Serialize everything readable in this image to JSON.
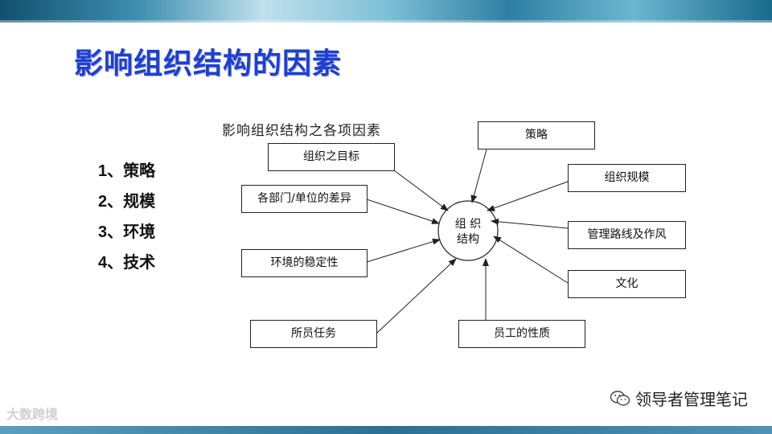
{
  "slide": {
    "title": "影响组织结构的因素",
    "factors": [
      "1、策略",
      "2、规模",
      "3、环境",
      "4、技术"
    ]
  },
  "diagram": {
    "title": "影响组织结构之各项因素",
    "center_line1": "组 织",
    "center_line2": "结构",
    "boxes": {
      "goal": "组织之目标",
      "dept_diff": "各部门/单位的差异",
      "env_stability": "环境的稳定性",
      "task": "所员任务",
      "strategy": "策略",
      "scale": "组织规模",
      "mgmt_style": "管理路线及作风",
      "culture": "文化",
      "staff_nature": "员工的性质"
    }
  },
  "watermarks": {
    "left": "大数跨境",
    "right": "领导者管理笔记"
  },
  "colors": {
    "title": "#1e3fd0",
    "top_bar": "#3f8fb0",
    "line": "#222222"
  },
  "icons": [
    "wechat-icon",
    "arrow-icon"
  ]
}
